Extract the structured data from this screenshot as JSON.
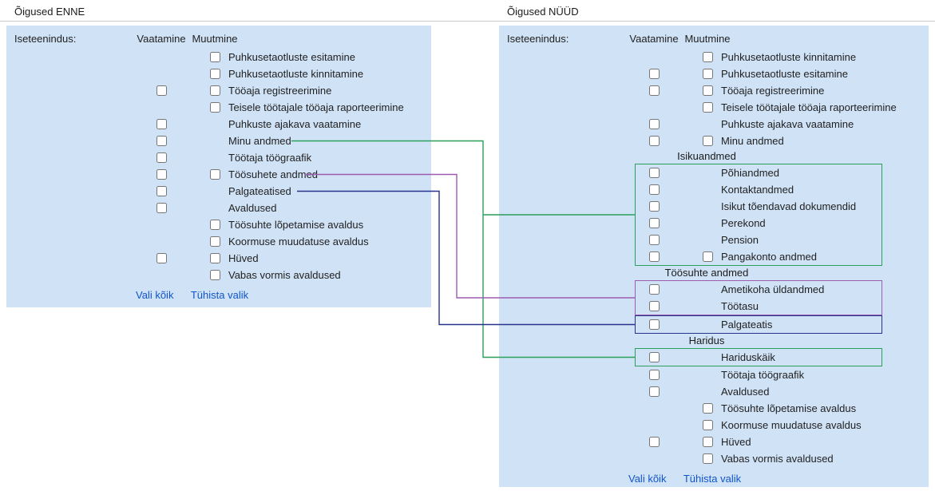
{
  "colors": {
    "panel_bg": "#d0e2f6",
    "green": "#2aa05a",
    "purple": "#9d5cb0",
    "navy": "#27348b",
    "link": "#1155cc"
  },
  "left": {
    "title": "Õigused ENNE",
    "section_label": "Iseteenindus:",
    "columns": [
      "Vaatamine",
      "Muutmine"
    ],
    "rows": [
      {
        "label": "Puhkusetaotluste esitamine",
        "view": false,
        "edit": true
      },
      {
        "label": "Puhkusetaotluste kinnitamine",
        "view": false,
        "edit": true
      },
      {
        "label": "Tööaja registreerimine",
        "view": true,
        "edit": true
      },
      {
        "label": "Teisele töötajale tööaja raporteerimine",
        "view": false,
        "edit": true
      },
      {
        "label": "Puhkuste ajakava vaatamine",
        "view": true,
        "edit": false
      },
      {
        "label": "Minu andmed",
        "view": true,
        "edit": false
      },
      {
        "label": "Töötaja töögraafik",
        "view": true,
        "edit": false
      },
      {
        "label": "Töösuhete andmed",
        "view": true,
        "edit": true
      },
      {
        "label": "Palgateatised",
        "view": true,
        "edit": false
      },
      {
        "label": "Avaldused",
        "view": true,
        "edit": false
      },
      {
        "label": "Töösuhte lõpetamise avaldus",
        "view": false,
        "edit": true
      },
      {
        "label": "Koormuse muudatuse avaldus",
        "view": false,
        "edit": true
      },
      {
        "label": "Hüved",
        "view": true,
        "edit": true
      },
      {
        "label": "Vabas vormis avaldused",
        "view": false,
        "edit": true
      }
    ],
    "links": {
      "select_all": "Vali kõik",
      "clear": "Tühista valik"
    }
  },
  "right": {
    "title": "Õigused NÜÜD",
    "section_label": "Iseteenindus:",
    "columns": [
      "Vaatamine",
      "Muutmine"
    ],
    "items": [
      {
        "type": "row",
        "label": "Puhkusetaotluste kinnitamine",
        "view": false,
        "edit": true
      },
      {
        "type": "row",
        "label": "Puhkusetaotluste esitamine",
        "view": true,
        "edit": true
      },
      {
        "type": "row",
        "label": "Tööaja registreerimine",
        "view": true,
        "edit": true
      },
      {
        "type": "row",
        "label": "Teisele töötajale tööaja raporteerimine",
        "view": false,
        "edit": true
      },
      {
        "type": "row",
        "label": "Puhkuste ajakava vaatamine",
        "view": true,
        "edit": false
      },
      {
        "type": "row",
        "label": "Minu andmed",
        "view": true,
        "edit": true
      },
      {
        "type": "group",
        "label": "Isikuandmed"
      },
      {
        "type": "box",
        "color": "green",
        "rows": [
          {
            "label": "Põhiandmed",
            "view": true,
            "edit": false
          },
          {
            "label": "Kontaktandmed",
            "view": true,
            "edit": false
          },
          {
            "label": "Isikut tõendavad dokumendid",
            "view": true,
            "edit": false
          },
          {
            "label": "Perekond",
            "view": true,
            "edit": false
          },
          {
            "label": "Pension",
            "view": true,
            "edit": false
          },
          {
            "label": "Pangakonto andmed",
            "view": true,
            "edit": true
          }
        ]
      },
      {
        "type": "group",
        "label": "Töösuhte andmed"
      },
      {
        "type": "box",
        "color": "purple",
        "rows": [
          {
            "label": "Ametikoha üldandmed",
            "view": true,
            "edit": false
          },
          {
            "label": "Töötasu",
            "view": true,
            "edit": false
          }
        ]
      },
      {
        "type": "box",
        "color": "navy",
        "rows": [
          {
            "label": "Palgateatis",
            "view": true,
            "edit": false
          }
        ]
      },
      {
        "type": "group",
        "label": "Haridus"
      },
      {
        "type": "box",
        "color": "green",
        "rows": [
          {
            "label": "Hariduskäik",
            "view": true,
            "edit": false
          }
        ]
      },
      {
        "type": "row",
        "label": "Töötaja töögraafik",
        "view": true,
        "edit": false
      },
      {
        "type": "row",
        "label": "Avaldused",
        "view": true,
        "edit": false
      },
      {
        "type": "row",
        "label": "Töösuhte lõpetamise avaldus",
        "view": false,
        "edit": true
      },
      {
        "type": "row",
        "label": "Koormuse muudatuse avaldus",
        "view": false,
        "edit": true
      },
      {
        "type": "row",
        "label": "Hüved",
        "view": true,
        "edit": true
      },
      {
        "type": "row",
        "label": "Vabas vormis avaldused",
        "view": false,
        "edit": true
      }
    ],
    "links": {
      "select_all": "Vali kõik",
      "clear": "Tühista valik"
    }
  },
  "connectors": [
    {
      "from": "Minu andmed",
      "to": [
        "Isikuandmed",
        "Hariduskäik"
      ],
      "color": "green"
    },
    {
      "from": "Töösuhete andmed",
      "to": [
        "Ametikoha üldandmed",
        "Töötasu"
      ],
      "color": "purple"
    },
    {
      "from": "Palgateatised",
      "to": [
        "Palgateatis"
      ],
      "color": "navy"
    }
  ]
}
